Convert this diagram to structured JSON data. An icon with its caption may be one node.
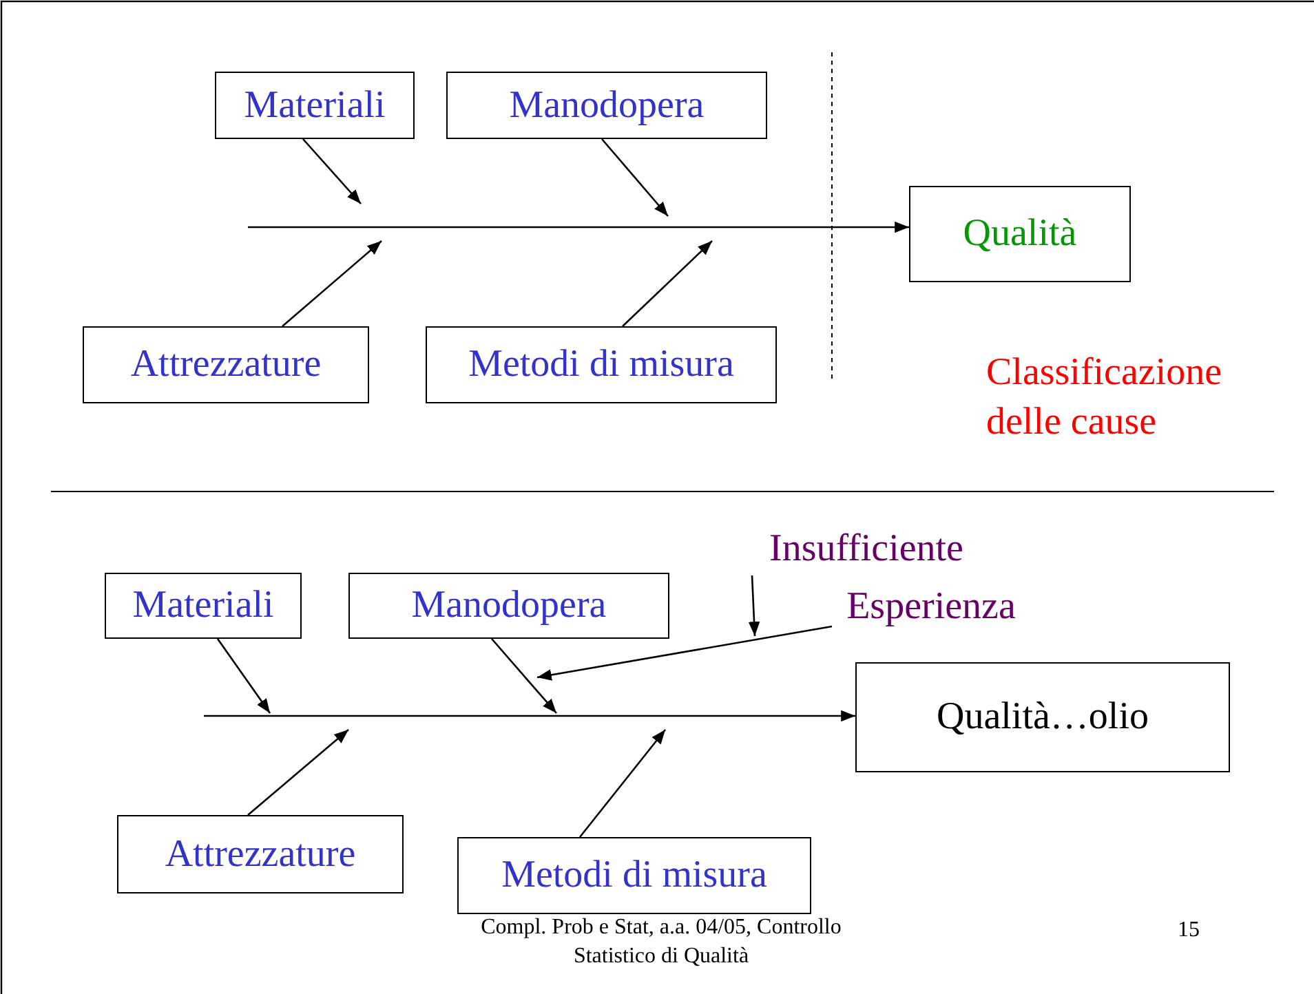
{
  "diagram": {
    "nodes": [
      {
        "text": [
          "Materiali"
        ]
      },
      {
        "text": [
          "Manodopera"
        ]
      },
      {
        "text": [
          "Attrezzature"
        ]
      },
      {
        "text": [
          "Metodi di misura"
        ]
      },
      {
        "text": [
          "Qualità"
        ]
      },
      {
        "text": [
          "Materiali"
        ]
      },
      {
        "text": [
          "Manodopera"
        ]
      },
      {
        "text": [
          "Attrezzature"
        ]
      },
      {
        "text": [
          "Metodi di misura"
        ]
      },
      {
        "text": [
          "Qualità…olio"
        ]
      },
      {
        "text": [
          "Insufficiente"
        ]
      },
      {
        "text": [
          "Esperienza"
        ]
      }
    ],
    "edges": [
      {
        "from": null,
        "to": 4,
        "arrow": "to"
      },
      {
        "from": 0,
        "to": null,
        "arrow": "to"
      },
      {
        "from": 1,
        "to": null,
        "arrow": "to"
      },
      {
        "from": 2,
        "to": null,
        "arrow": "to"
      },
      {
        "from": 3,
        "to": null,
        "arrow": "to"
      },
      {
        "from": null,
        "to": 9,
        "arrow": "to"
      },
      {
        "from": 5,
        "to": null,
        "arrow": "to"
      },
      {
        "from": 6,
        "to": null,
        "arrow": "to"
      },
      {
        "from": 7,
        "to": null,
        "arrow": "to"
      },
      {
        "from": 8,
        "to": null,
        "arrow": "to"
      },
      {
        "from": 10,
        "to": null,
        "arrow": "to"
      },
      {
        "from": 11,
        "to": null,
        "arrow": "to"
      }
    ],
    "labels": [
      "Classificazione delle cause",
      "Compl. Prob e Stat, a.a. 04/05, Controllo Statistico di Qualità",
      "15"
    ]
  }
}
